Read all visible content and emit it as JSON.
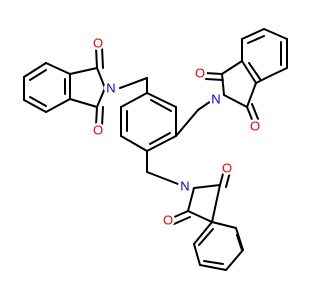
{
  "labels": {
    "O_a1": "O",
    "O_a2": "O",
    "N_a": "N",
    "O_b1": "O",
    "O_b2": "O",
    "N_b": "N",
    "O_c1": "O",
    "O_c2": "O",
    "N_c": "N"
  },
  "colors": {
    "oxygen": "#ff0000",
    "nitrogen": "#0000ff",
    "bond": "#000000",
    "background": "#ffffff"
  }
}
